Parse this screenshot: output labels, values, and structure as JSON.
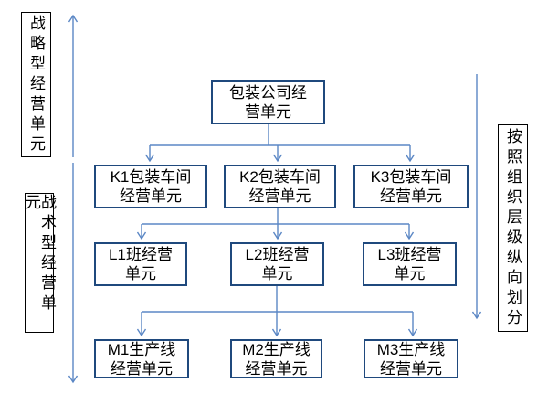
{
  "side_labels": {
    "strategic": "战略型经营单元",
    "tactical": "战术型经营单元",
    "hierarchy": "按照组织层级纵向划分"
  },
  "nodes": {
    "root": {
      "line1": "包装公司经",
      "line2": "营单元"
    },
    "k1": {
      "line1": "K1包装车间",
      "line2": "经营单元"
    },
    "k2": {
      "line1": "K2包装车间",
      "line2": "经营单元"
    },
    "k3": {
      "line1": "K3包装车间",
      "line2": "经营单元"
    },
    "l1": {
      "line1": "L1班经营",
      "line2": "单元"
    },
    "l2": {
      "line1": "L2班经营",
      "line2": "单元"
    },
    "l3": {
      "line1": "L3班经营",
      "line2": "单元"
    },
    "m1": {
      "line1": "M1生产线",
      "line2": "经营单元"
    },
    "m2": {
      "line1": "M2生产线",
      "line2": "经营单元"
    },
    "m3": {
      "line1": "M3生产线",
      "line2": "经营单元"
    }
  },
  "edges": [
    {
      "from": "root",
      "to": [
        "k1",
        "k2",
        "k3"
      ]
    },
    {
      "from": "k2",
      "to": [
        "l1",
        "l2",
        "l3"
      ]
    },
    {
      "from": "l2",
      "to": [
        "m1",
        "m2",
        "m3"
      ]
    }
  ],
  "colors": {
    "node_border": "#1f497d",
    "connector": "#5b87c5",
    "side_box_border": "#000000",
    "text": "#000000",
    "background": "#ffffff"
  }
}
